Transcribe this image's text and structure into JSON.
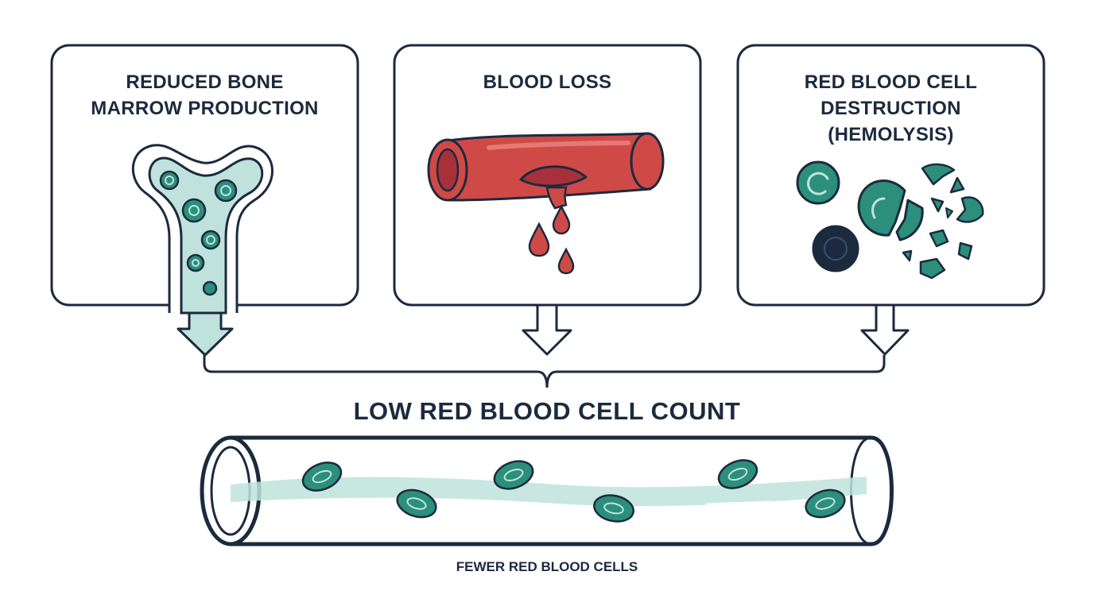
{
  "causes": [
    {
      "title": "REDUCED BONE\nMARROW PRODUCTION",
      "icon": "bone-marrow-icon"
    },
    {
      "title": "BLOOD LOSS",
      "icon": "bleeding-vessel-icon"
    },
    {
      "title": "RED BLOOD CELL\nDESTRUCTION\n(HEMOLYSIS)",
      "icon": "hemolysis-icon"
    }
  ],
  "result": {
    "title": "LOW RED BLOOD CELL COUNT",
    "caption": "FEWER RED BLOOD CELLS",
    "icon": "blood-vessel-cells-icon"
  },
  "colors": {
    "outline": "#1c2a3e",
    "teal": "#2b8f7c",
    "light_teal": "#bfe3dc",
    "blood_red": "#cf4a47",
    "dark_red": "#a8303a"
  }
}
